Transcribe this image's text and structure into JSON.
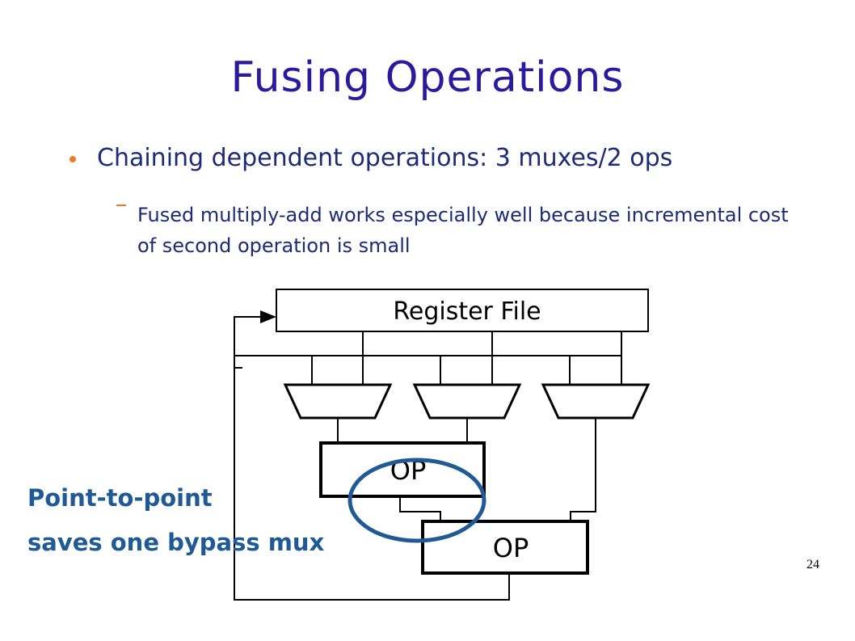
{
  "slide": {
    "title": "Fusing Operations",
    "bullet": "Chaining dependent operations: 3 muxes/2 ops",
    "sub_bullet": "Fused multiply-add works especially well because incremental cost of second operation is small",
    "callout_line1": "Point-to-point",
    "callout_line2": "saves one bypass mux",
    "page_number": "24"
  },
  "diagram": {
    "register_file_label": "Register File",
    "op1_label": "OP",
    "op2_label": "OP"
  },
  "colors": {
    "title": "#2a1a9e",
    "body_text": "#1c2a78",
    "bullet_marker": "#f07a2a",
    "callout_text": "#1f5a96",
    "highlight_ellipse": "#1f5a96"
  }
}
